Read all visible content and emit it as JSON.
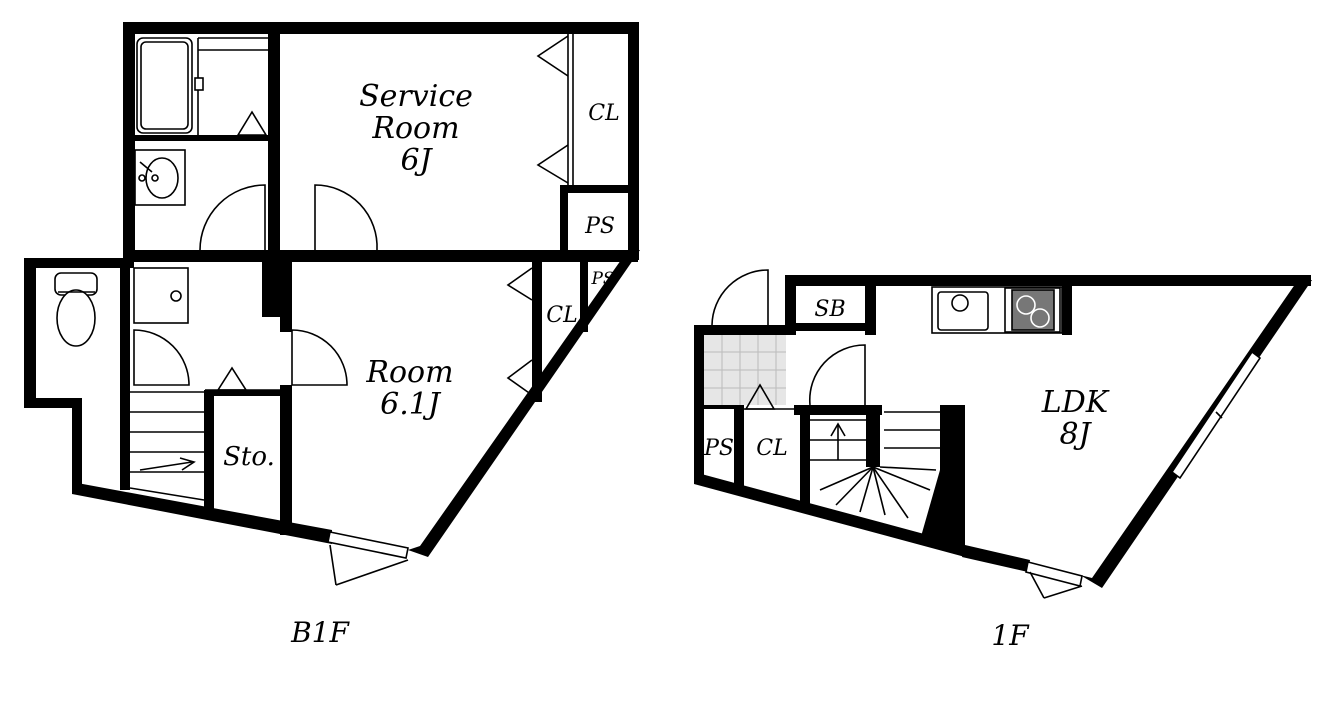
{
  "floors": {
    "b1f": {
      "label": "B1F",
      "rooms": {
        "service_room": {
          "line1": "Service",
          "line2": "Room",
          "size": "6J"
        },
        "closet_top": "CL",
        "ps_top": "PS",
        "ps_corner": "PS",
        "closet_mid": "CL",
        "room": {
          "line1": "Room",
          "size": "6.1J"
        },
        "storage": "Sto."
      }
    },
    "f1": {
      "label": "1F",
      "rooms": {
        "shoe_box": "SB",
        "ps": "PS",
        "closet": "CL",
        "ldk": {
          "line1": "LDK",
          "size": "8J"
        }
      }
    }
  }
}
